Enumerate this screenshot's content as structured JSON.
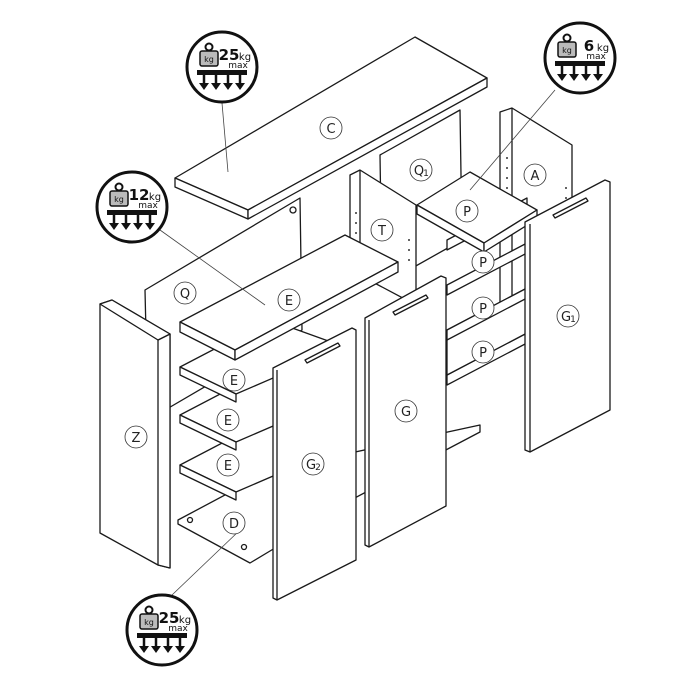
{
  "parts": {
    "C": {
      "letter": "C",
      "sub": ""
    },
    "Q": {
      "letter": "Q",
      "sub": ""
    },
    "Q1": {
      "letter": "Q",
      "sub": "1"
    },
    "A": {
      "letter": "A",
      "sub": ""
    },
    "T": {
      "letter": "T",
      "sub": ""
    },
    "E1": {
      "letter": "E",
      "sub": ""
    },
    "E2": {
      "letter": "E",
      "sub": ""
    },
    "E3": {
      "letter": "E",
      "sub": ""
    },
    "E4": {
      "letter": "E",
      "sub": ""
    },
    "P1": {
      "letter": "P",
      "sub": ""
    },
    "P2": {
      "letter": "P",
      "sub": ""
    },
    "P3": {
      "letter": "P",
      "sub": ""
    },
    "P4": {
      "letter": "P",
      "sub": ""
    },
    "Z": {
      "letter": "Z",
      "sub": ""
    },
    "D": {
      "letter": "D",
      "sub": ""
    },
    "G": {
      "letter": "G",
      "sub": ""
    },
    "G1": {
      "letter": "G",
      "sub": "1"
    },
    "G2": {
      "letter": "G",
      "sub": "2"
    }
  },
  "badges": [
    {
      "weight": "25",
      "unit": "kg",
      "max": "max",
      "icon_text": "kg"
    },
    {
      "weight": "6",
      "unit": "kg",
      "max": "max",
      "icon_text": "kg"
    },
    {
      "weight": "12",
      "unit": "kg",
      "max": "max",
      "icon_text": "kg"
    },
    {
      "weight": "25",
      "unit": "kg",
      "max": "max",
      "icon_text": "kg"
    }
  ]
}
